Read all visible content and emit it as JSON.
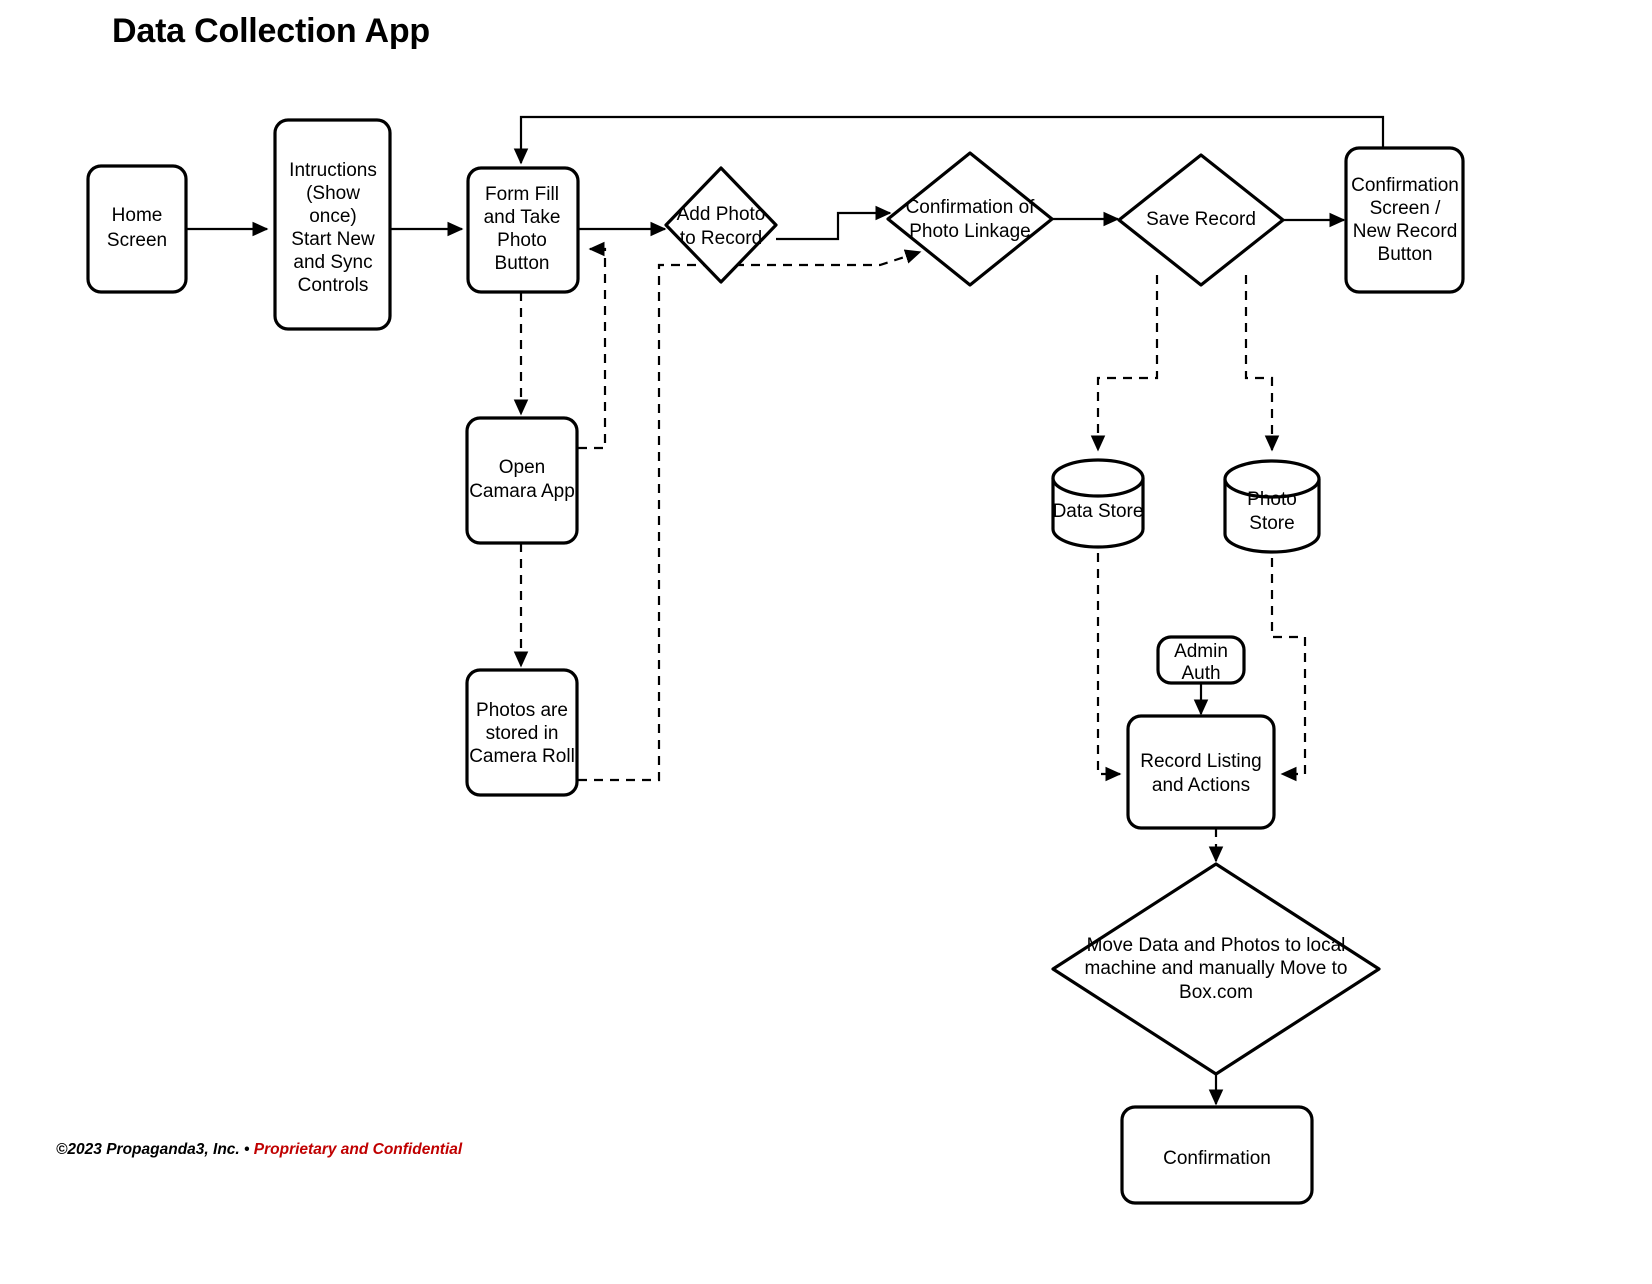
{
  "page": {
    "title": "Data Collection App",
    "footer_copyright": "©2023 Propaganda3, Inc. • ",
    "footer_confidential": "Proprietary and Confidential",
    "accent_color": "#c00000",
    "line_color": "#000000",
    "background_color": "#ffffff"
  },
  "diagram": {
    "type": "flowchart",
    "nodes": [
      {
        "id": "home-screen",
        "shape": "rounded-rect",
        "lines": [
          "Home",
          "Screen"
        ]
      },
      {
        "id": "instructions",
        "shape": "rounded-rect",
        "lines": [
          "Intructions",
          "(Show",
          "once)",
          "Start New",
          "and Sync",
          "Controls"
        ]
      },
      {
        "id": "form-fill",
        "shape": "rounded-rect",
        "lines": [
          "Form Fill",
          "and Take",
          "Photo",
          "Button"
        ]
      },
      {
        "id": "add-photo",
        "shape": "diamond",
        "lines": [
          "Add Photo",
          "to Record"
        ]
      },
      {
        "id": "confirmation-photo-linkage",
        "shape": "diamond",
        "lines": [
          "Confirmation of",
          "Photo Linkage"
        ]
      },
      {
        "id": "save-record",
        "shape": "diamond",
        "lines": [
          "Save Record"
        ]
      },
      {
        "id": "confirmation-screen",
        "shape": "rounded-rect",
        "lines": [
          "Confirmation",
          "Screen /",
          "New Record",
          "Button"
        ]
      },
      {
        "id": "open-camera-app",
        "shape": "rounded-rect",
        "lines": [
          "Open",
          "Camara App"
        ]
      },
      {
        "id": "photos-camera-roll",
        "shape": "rounded-rect",
        "lines": [
          "Photos are",
          "stored in",
          "Camera Roll"
        ]
      },
      {
        "id": "data-store",
        "shape": "cylinder",
        "lines": [
          "Data Store"
        ]
      },
      {
        "id": "photo-store",
        "shape": "cylinder",
        "lines": [
          "Photo",
          "Store"
        ]
      },
      {
        "id": "admin-auth",
        "shape": "rounded-rect",
        "lines": [
          "Admin",
          "Auth"
        ]
      },
      {
        "id": "record-listing",
        "shape": "rounded-rect",
        "lines": [
          "Record Listing",
          "and Actions"
        ]
      },
      {
        "id": "move-data",
        "shape": "diamond",
        "lines": [
          "Move Data and Photos to local",
          "machine and manually Move to",
          "Box.com"
        ]
      },
      {
        "id": "confirmation",
        "shape": "rounded-rect",
        "lines": [
          "Confirmation"
        ]
      }
    ],
    "edges": [
      {
        "from": "home-screen",
        "to": "instructions",
        "style": "solid"
      },
      {
        "from": "instructions",
        "to": "form-fill",
        "style": "solid"
      },
      {
        "from": "form-fill",
        "to": "add-photo",
        "style": "solid"
      },
      {
        "from": "add-photo",
        "to": "confirmation-photo-linkage",
        "style": "solid"
      },
      {
        "from": "confirmation-photo-linkage",
        "to": "save-record",
        "style": "solid"
      },
      {
        "from": "save-record",
        "to": "confirmation-screen",
        "style": "solid"
      },
      {
        "from": "confirmation-screen",
        "to": "form-fill",
        "style": "solid"
      },
      {
        "from": "form-fill",
        "to": "open-camera-app",
        "style": "dashed"
      },
      {
        "from": "open-camera-app",
        "to": "form-fill",
        "style": "dashed"
      },
      {
        "from": "open-camera-app",
        "to": "photos-camera-roll",
        "style": "dashed"
      },
      {
        "from": "photos-camera-roll",
        "to": "confirmation-photo-linkage",
        "style": "dashed"
      },
      {
        "from": "save-record",
        "to": "data-store",
        "style": "dashed"
      },
      {
        "from": "save-record",
        "to": "photo-store",
        "style": "dashed"
      },
      {
        "from": "data-store",
        "to": "record-listing",
        "style": "dashed"
      },
      {
        "from": "photo-store",
        "to": "record-listing",
        "style": "dashed"
      },
      {
        "from": "admin-auth",
        "to": "record-listing",
        "style": "solid"
      },
      {
        "from": "record-listing",
        "to": "move-data",
        "style": "dashed"
      },
      {
        "from": "move-data",
        "to": "confirmation",
        "style": "solid"
      }
    ]
  }
}
